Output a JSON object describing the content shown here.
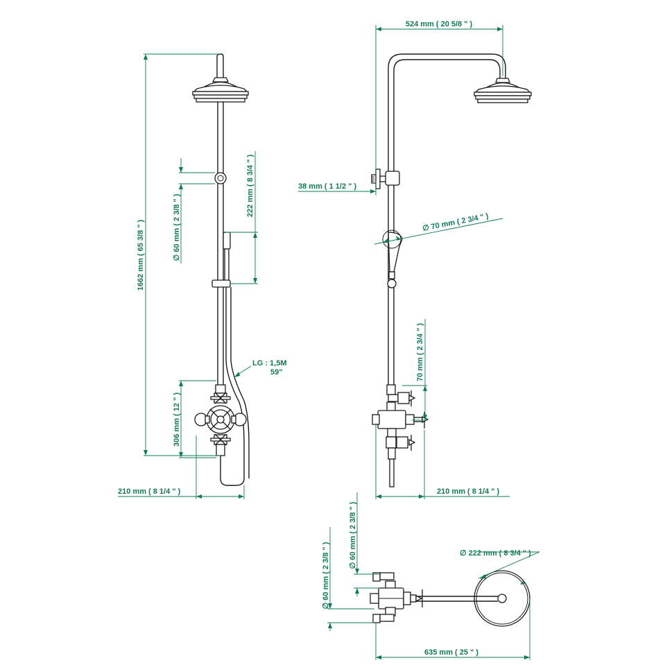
{
  "colors": {
    "dimension": "#0f7a55",
    "outline": "#1a1a1a",
    "background": "#ffffff"
  },
  "dimensions": {
    "front_height": "1662 mm ( 65 3/8 \" )",
    "front_handshower_bracket": "222 mm ( 8 3/4 \" )",
    "front_wall_flange": "∅ 60 mm ( 2 3/8 \" )",
    "front_valve_height": "306 mm ( 12 \" )",
    "front_depth": "210 mm ( 8 1/4 \" )",
    "hose_length_line1": "LG : 1,5M",
    "hose_length_line2": "59\"",
    "side_arm_reach": "524 mm ( 20 5/8 \" )",
    "side_bracket": "38 mm ( 1 1/2 \" )",
    "side_rose": "∅ 70 mm ( 2 3/4 \" )",
    "side_valve": "70 mm ( 2 3/4 \" )",
    "side_depth": "210 mm ( 8 1/4 \" )",
    "top_flange_a": "∅ 60 mm ( 2 3/8 \" )",
    "top_flange_b": "∅ 60 mm ( 2 3/8 \" )",
    "top_head": "∅ 222 mm ( 8 3/4 \" )",
    "top_width": "635 mm ( 25 \" )"
  }
}
